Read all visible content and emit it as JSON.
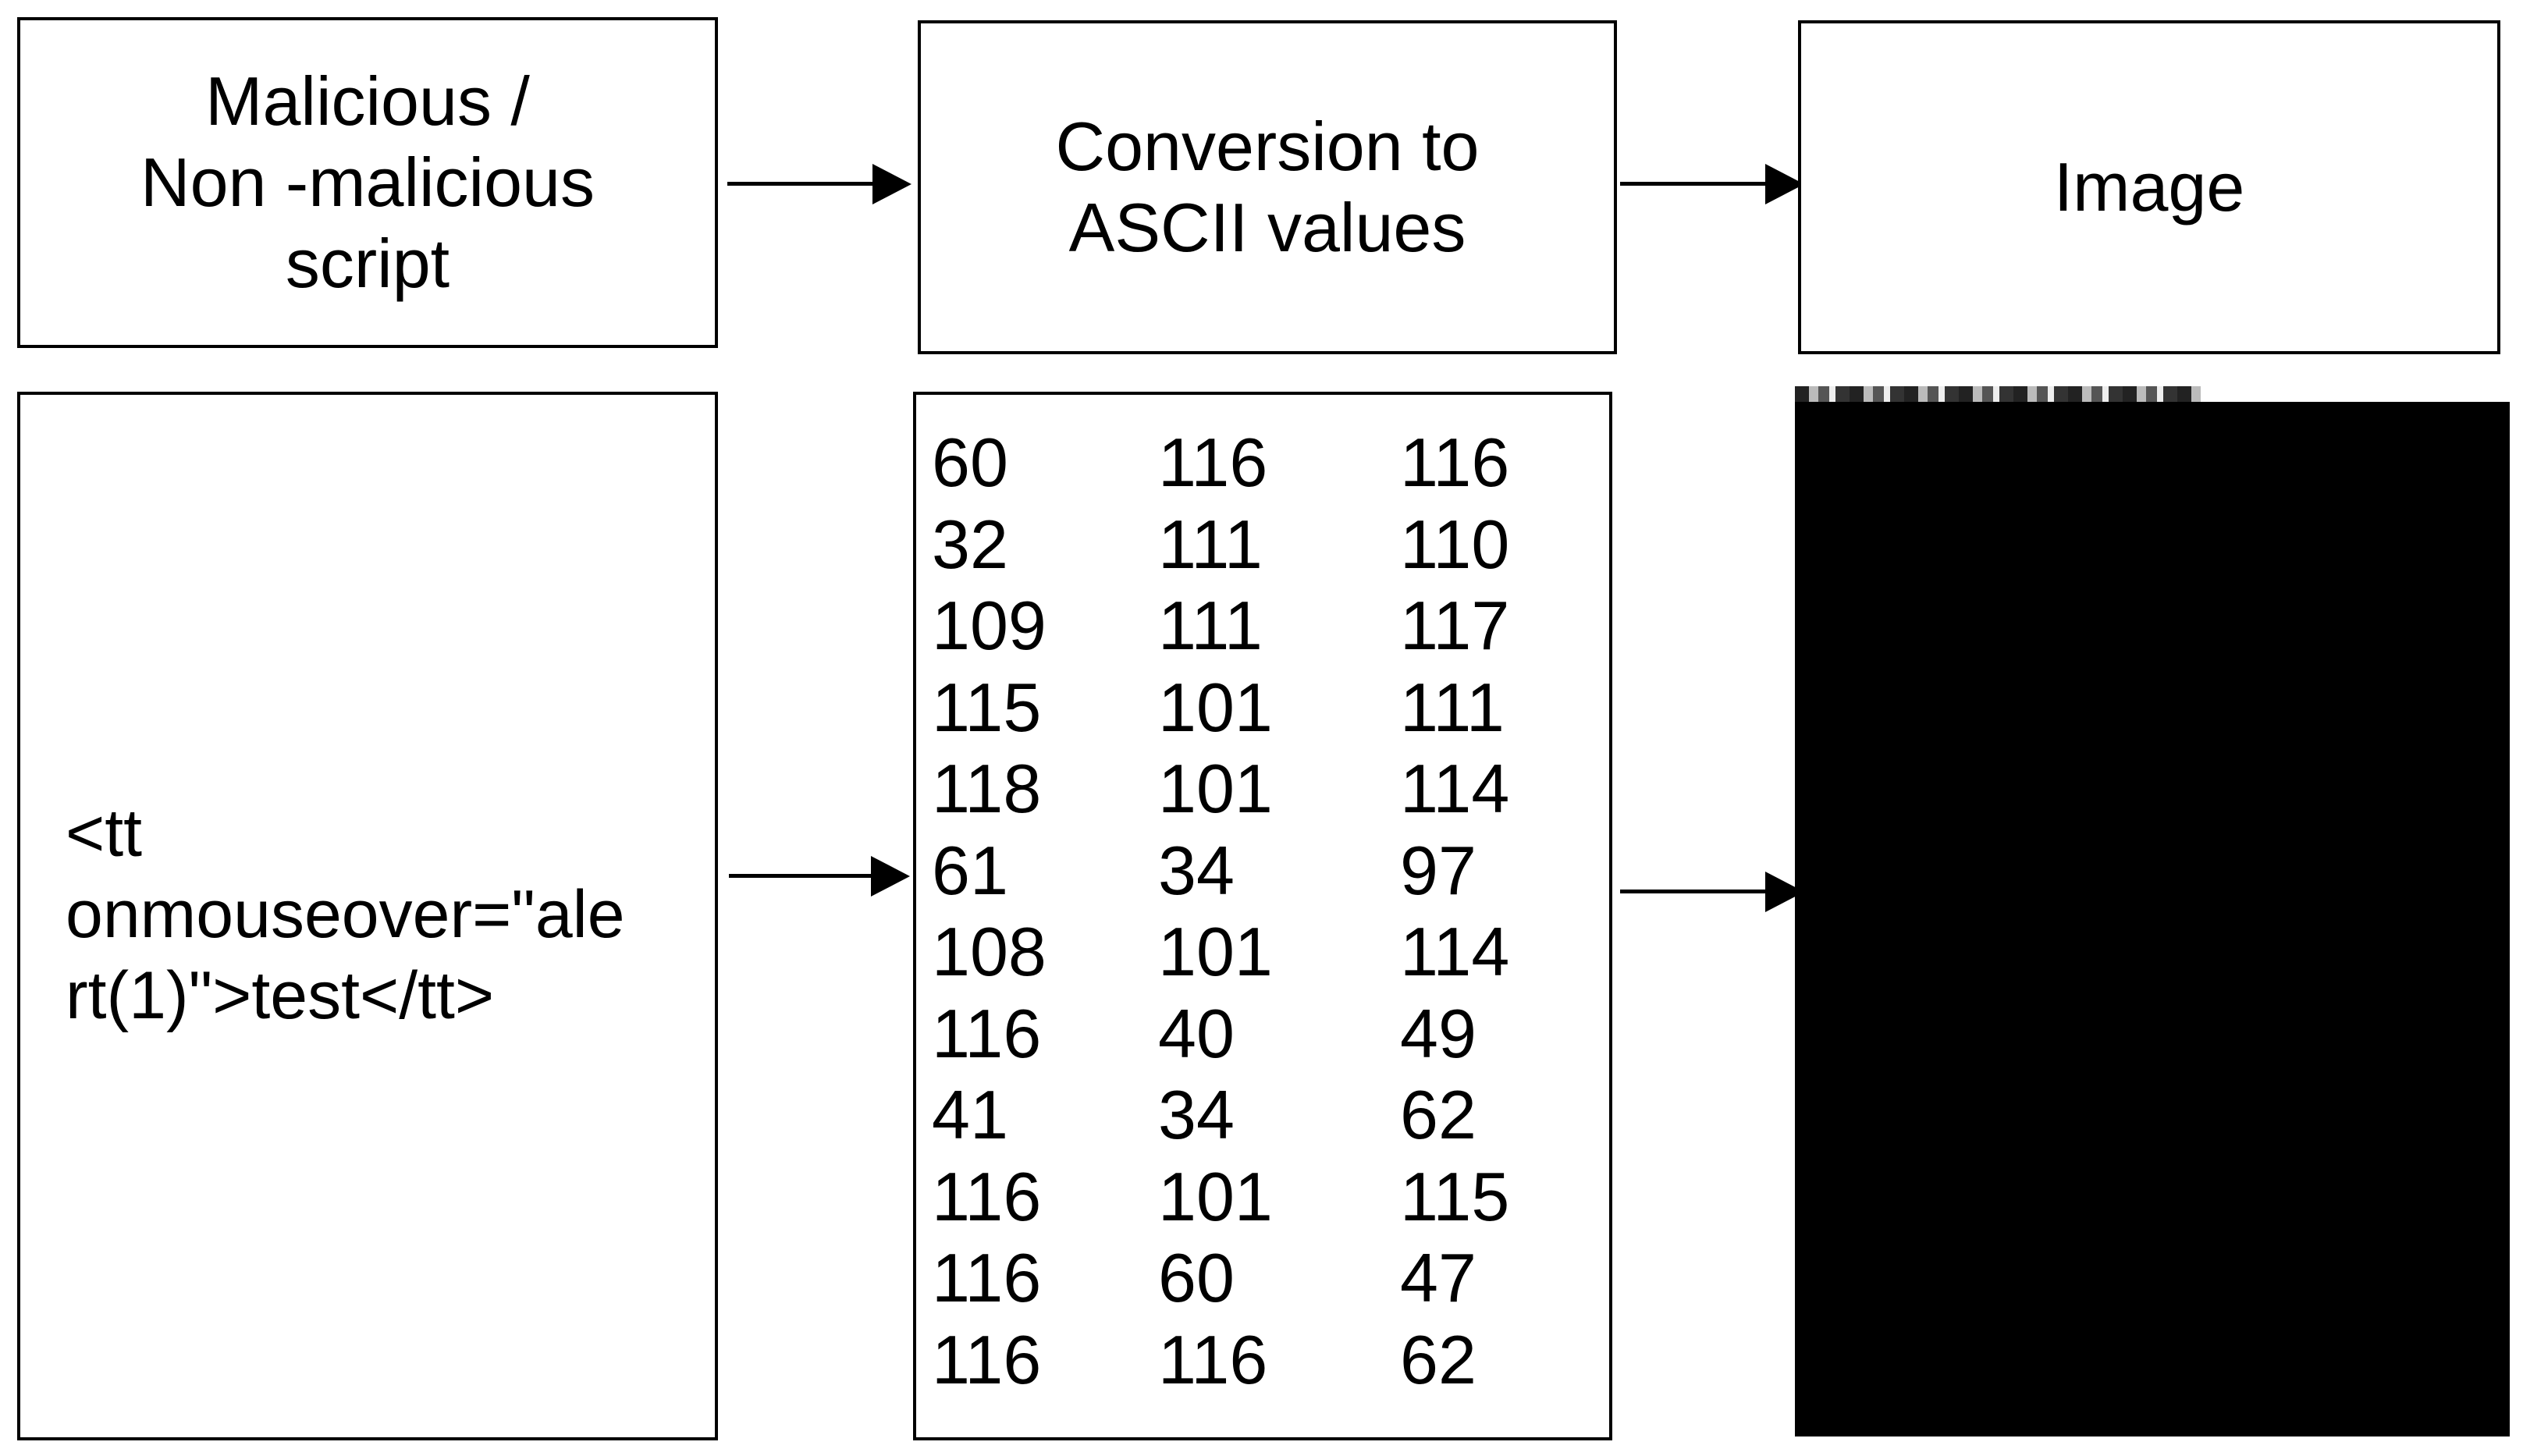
{
  "top_row": {
    "box1_lines": [
      "Malicious /",
      "Non -malicious",
      "script"
    ],
    "box2_lines": [
      "Conversion to",
      "ASCII values"
    ],
    "box3_lines": [
      "Image"
    ]
  },
  "bottom_row": {
    "script_lines": [
      "<tt",
      "onmouseover=\"ale",
      "rt(1)\">test</tt>"
    ],
    "ascii_values": [
      [
        "60",
        "116",
        "116"
      ],
      [
        "32",
        "111",
        "110"
      ],
      [
        "109",
        "111",
        "117"
      ],
      [
        "115",
        "101",
        "111"
      ],
      [
        "118",
        "101",
        "114"
      ],
      [
        "61",
        "34",
        "97"
      ],
      [
        "108",
        "101",
        "114"
      ],
      [
        "116",
        "40",
        "49"
      ],
      [
        "41",
        "34",
        "62"
      ],
      [
        "116",
        "101",
        "115"
      ],
      [
        "116",
        "60",
        "47"
      ],
      [
        "116",
        "116",
        "62"
      ]
    ]
  }
}
